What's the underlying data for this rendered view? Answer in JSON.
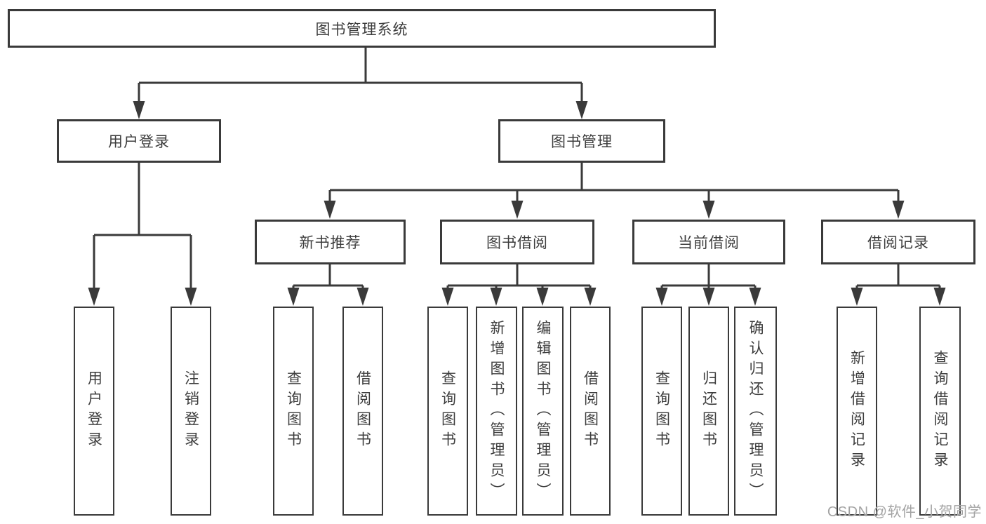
{
  "tree": {
    "label": "图书管理系统",
    "children": [
      {
        "label": "用户登录",
        "children": [
          {
            "label": "用户登录"
          },
          {
            "label": "注销登录"
          }
        ]
      },
      {
        "label": "图书管理",
        "children": [
          {
            "label": "新书推荐",
            "children": [
              {
                "label": "查询图书"
              },
              {
                "label": "借阅图书"
              }
            ]
          },
          {
            "label": "图书借阅",
            "children": [
              {
                "label": "查询图书"
              },
              {
                "label": "新增图书（管理员）"
              },
              {
                "label": "编辑图书（管理员）"
              },
              {
                "label": "借阅图书"
              }
            ]
          },
          {
            "label": "当前借阅",
            "children": [
              {
                "label": "查询图书"
              },
              {
                "label": "归还图书"
              },
              {
                "label": "确认归还（管理员）"
              }
            ]
          },
          {
            "label": "借阅记录",
            "children": [
              {
                "label": "新增借阅记录"
              },
              {
                "label": "查询借阅记录"
              }
            ]
          }
        ]
      }
    ]
  },
  "watermark": {
    "text": "CSDN @软件_小贺同学"
  },
  "colors": {
    "line": "#3a3a3a",
    "text": "#3d3d3d",
    "box_fill": "#ffffff",
    "background": "#ffffff",
    "watermark": "#a3a3a3"
  }
}
